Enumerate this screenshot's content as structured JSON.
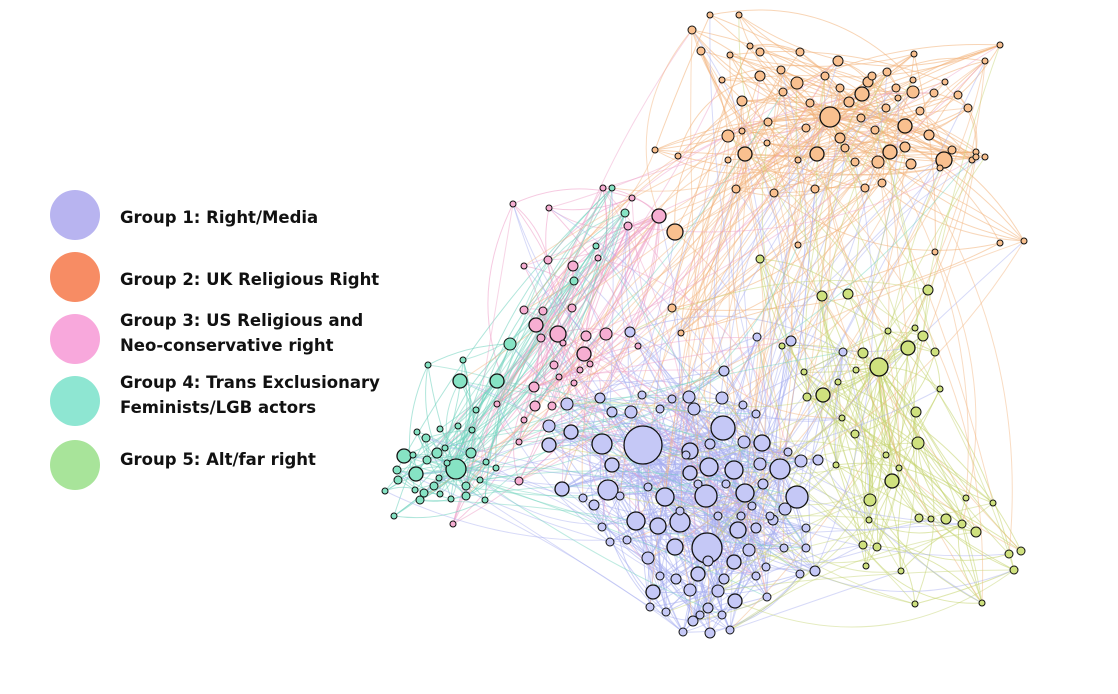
{
  "legend": {
    "items": [
      {
        "group": 1,
        "label": "Group 1: Right/Media",
        "swatch_color": "#b8b4f0"
      },
      {
        "group": 2,
        "label": "Group 2: UK Religious Right",
        "swatch_color": "#f78c64"
      },
      {
        "group": 3,
        "label": "Group 3: US Religious and Neo-conservative right",
        "swatch_color": "#f8a8dc"
      },
      {
        "group": 4,
        "label": "Group 4: Trans Exclusionary Feminists/LGB actors",
        "swatch_color": "#8ee6d2"
      },
      {
        "group": 5,
        "label": "Group 5: Alt/far right",
        "swatch_color": "#a8e49a"
      }
    ]
  },
  "network": {
    "node_fill": {
      "1": "#c5c8f6",
      "2": "#f9c08f",
      "3": "#f6aed2",
      "4": "#86e3c4",
      "5": "#cfe17e"
    },
    "edge_color": {
      "1": "#a7aef0",
      "2": "#f2b27a",
      "3": "#ee9fc8",
      "4": "#6fd2bd",
      "5": "#c4d36e"
    },
    "node_stroke": "#111111"
  }
}
